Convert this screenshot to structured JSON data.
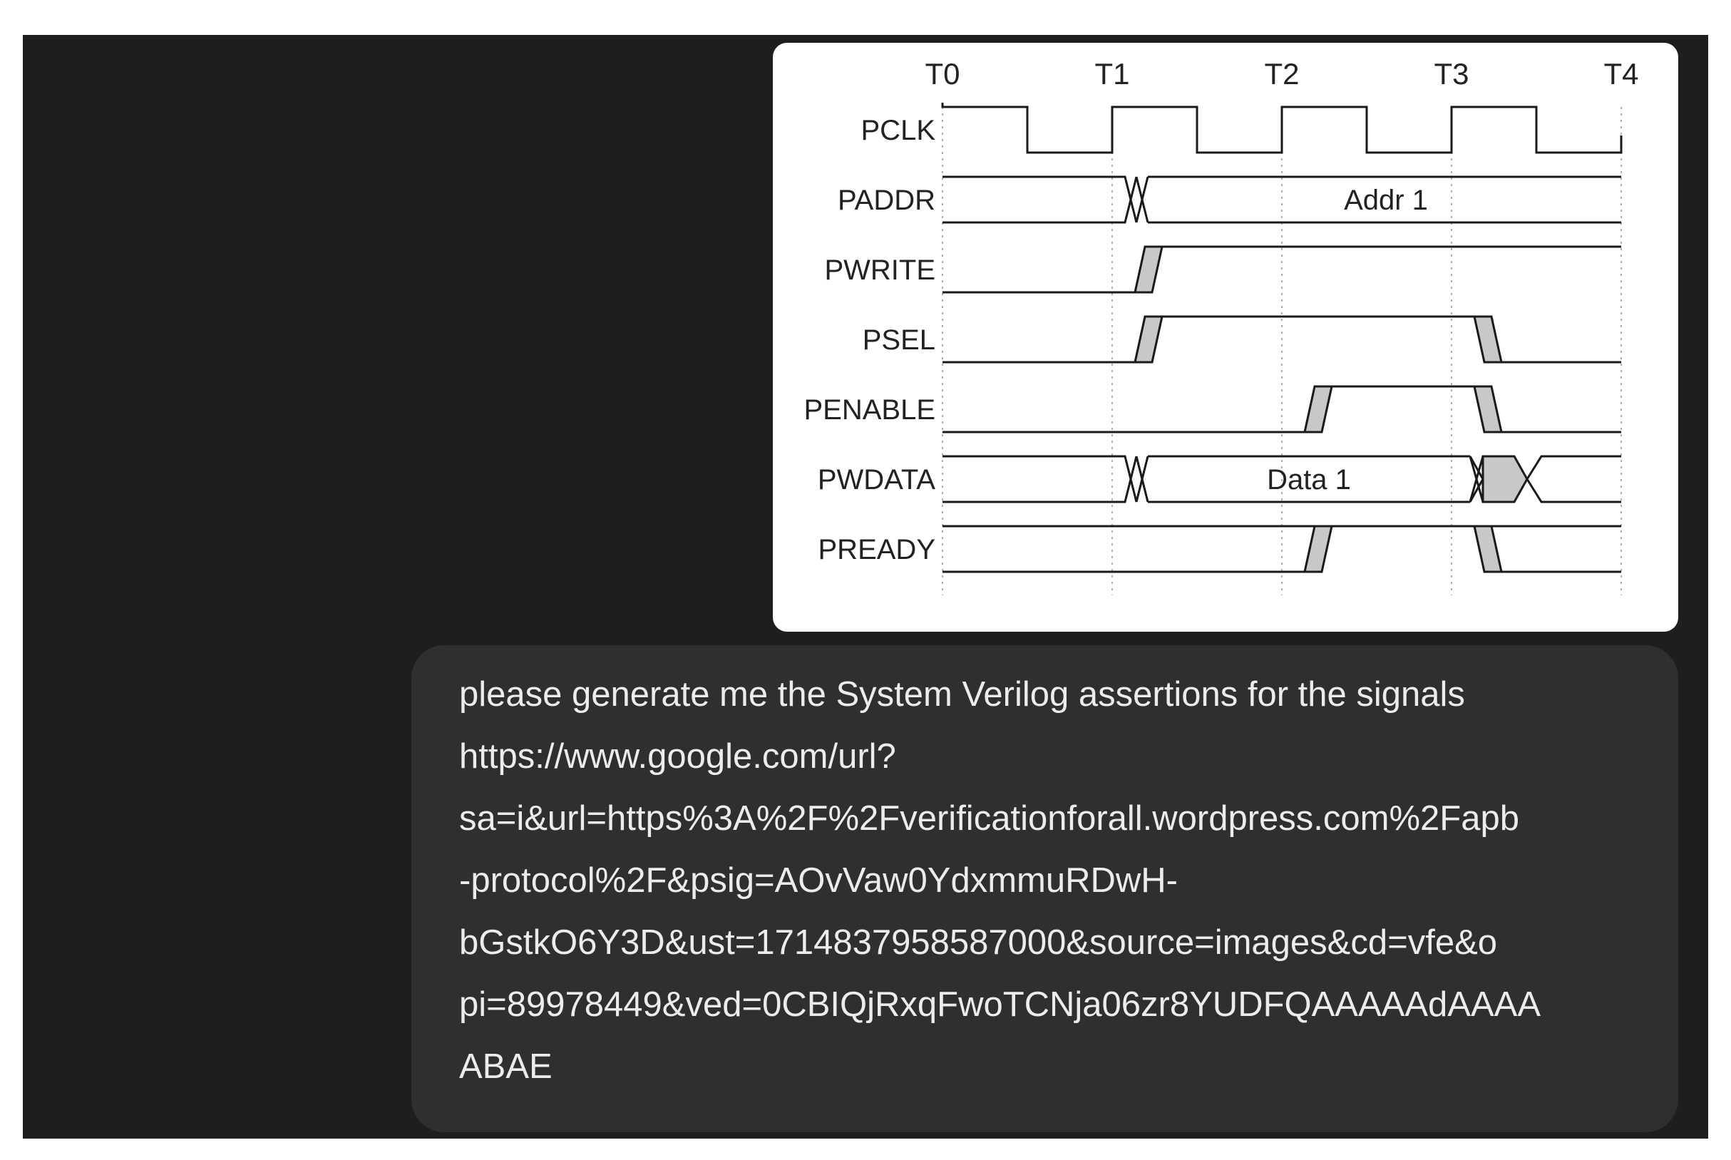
{
  "timing_diagram": {
    "time_markers": [
      "T0",
      "T1",
      "T2",
      "T3",
      "T4"
    ],
    "signals": [
      "PCLK",
      "PADDR",
      "PWRITE",
      "PSEL",
      "PENABLE",
      "PWDATA",
      "PREADY"
    ],
    "bus_values": {
      "paddr": "Addr 1",
      "pwdata": "Data 1"
    },
    "colors": {
      "line": "#1a1a1a",
      "transition_fill": "#c8c8c8",
      "gridline": "#b0b0b0"
    }
  },
  "message": {
    "text": "please generate me the System Verilog assertions for the signals\nhttps://www.google.com/url?\nsa=i&url=https%3A%2F%2Fverificationforall.wordpress.com%2Fapb\n-protocol%2F&psig=AOvVaw0YdxmmuRDwH-\nbGstkO6Y3D&ust=1714837958587000&source=images&cd=vfe&o\npi=89978449&ved=0CBIQjRxqFwoTCNja06zr8YUDFQAAAAAdAAAA\nABAE"
  },
  "theme": {
    "background": "#1e1e1e",
    "bubble": "#2f2f2f",
    "text": "#ececec"
  }
}
